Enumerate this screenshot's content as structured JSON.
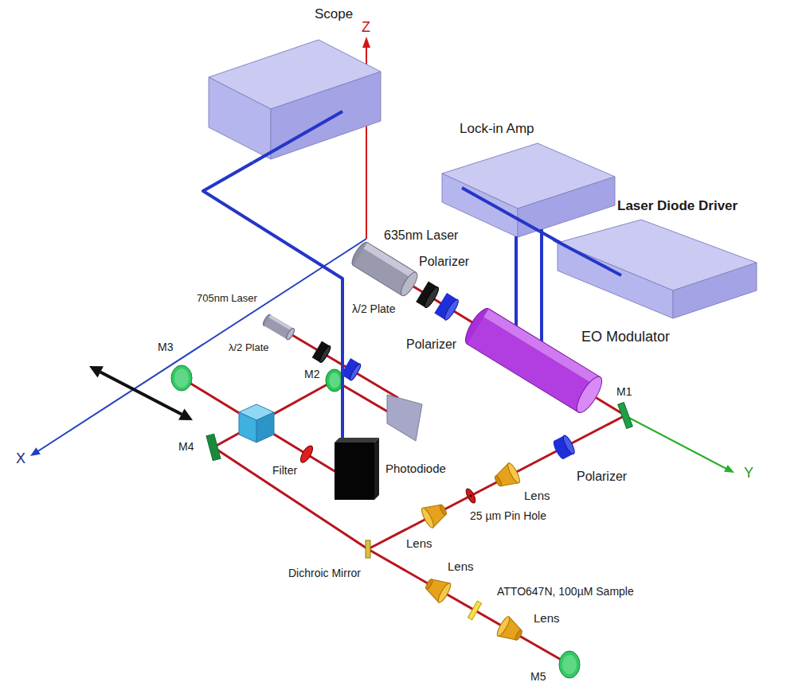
{
  "diagram": {
    "nodes": [
      {
        "text": [
          "Scope"
        ]
      },
      {
        "text": [
          "Lock-in Amp"
        ]
      },
      {
        "text": [
          "Laser Diode Driver"
        ]
      },
      {
        "text": [
          "EO Modulator"
        ]
      },
      {
        "text": [
          "Photodiode"
        ]
      }
    ],
    "edges": [
      {
        "from": 0,
        "to": 4,
        "arrow": "none"
      },
      {
        "from": 1,
        "to": 2,
        "arrow": "none"
      },
      {
        "from": 1,
        "to": 3,
        "arrow": "none"
      },
      {
        "from": 1,
        "to": 3,
        "arrow": "none"
      }
    ],
    "labels": [
      "Z",
      "635nm Laser",
      "Polarizer",
      "λ/2 Plate",
      "705nm Laser",
      "M3",
      "λ/2 Plate",
      "M2",
      "Polarizer",
      "M1",
      "X",
      "M4",
      "Filter",
      "Polarizer",
      "Y",
      "Lens",
      "25 µm Pin Hole",
      "Lens",
      "Dichroic Mirror",
      "Lens",
      "ATTO647N, 100µM Sample",
      "Lens",
      "M5"
    ]
  }
}
